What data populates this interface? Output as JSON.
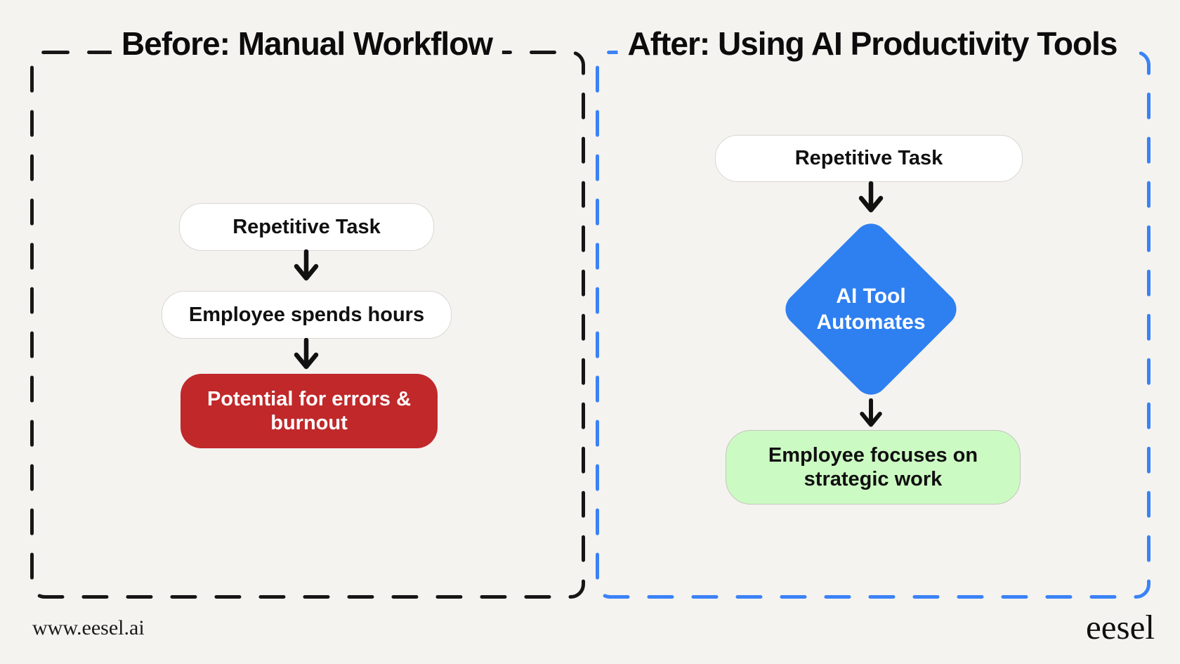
{
  "page": {
    "background_color": "#F4F3F0",
    "footer": {
      "website": "www.eesel.ai",
      "brand": "eesel"
    }
  },
  "before_panel": {
    "title": "Before: Manual Workflow",
    "border_style": "dashed",
    "border_color": "#161616",
    "step1": "Repetitive Task",
    "step2": "Employee spends hours",
    "step3": "Potential for errors &\nburnout",
    "step3_color": "#C0282A",
    "step3_text_color": "#FFFFFF"
  },
  "after_panel": {
    "title": "After: Using AI Productivity Tools",
    "border_style": "dashed",
    "border_color": "#3B82F6",
    "step1": "Repetitive Task",
    "step2": "AI Tool\nAutomates",
    "step2_shape": "diamond",
    "step2_color": "#2E7FF0",
    "step2_text_color": "#FFFFFF",
    "step3": "Employee focuses on\nstrategic work",
    "step3_color": "#CCFAC3"
  }
}
